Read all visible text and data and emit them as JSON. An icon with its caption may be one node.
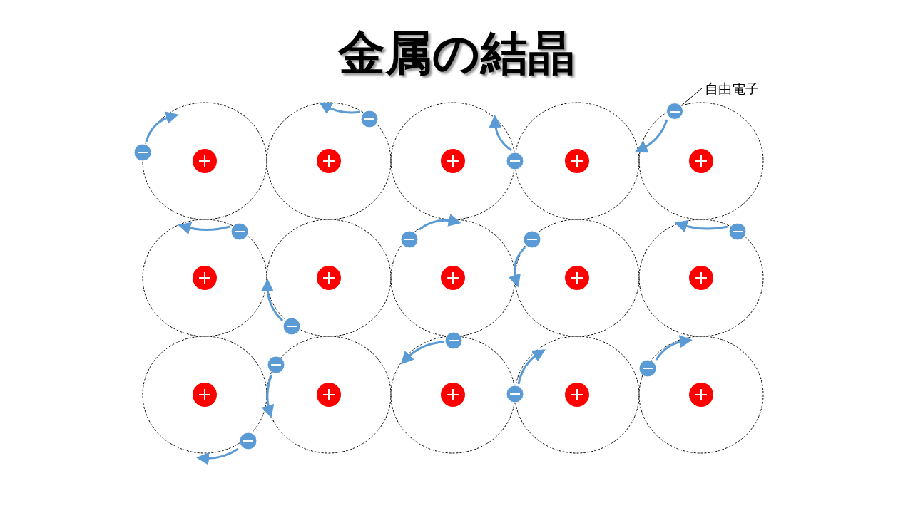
{
  "diagram": {
    "title": "金属の結晶",
    "nodes": [
      {
        "text": [
          "自由電子"
        ]
      },
      {
        "text": [],
        "shape": "circle"
      }
    ],
    "edges": [
      {
        "from": 0,
        "to": 1,
        "arrow": "none"
      }
    ]
  }
}
